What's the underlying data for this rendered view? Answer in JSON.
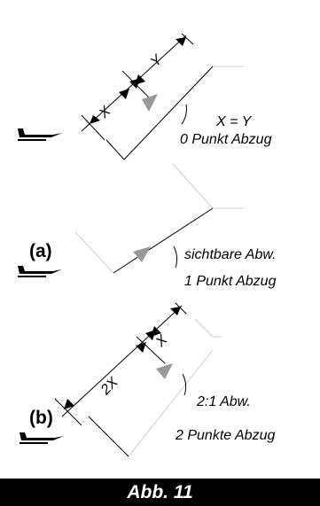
{
  "panel_top": {
    "label_x": "X",
    "label_y": "Y",
    "equation": "X = Y",
    "penalty": "0 Punkt Abzug"
  },
  "panel_a": {
    "tag": "(a)",
    "deviation": "sichtbare Abw.",
    "penalty": "1 Punkt Abzug"
  },
  "panel_b": {
    "tag": "(b)",
    "label_2x": "2X",
    "label_x": "X",
    "deviation": "2:1 Abw.",
    "penalty": "2 Punkte Abzug"
  },
  "caption": "Abb. 11",
  "colors": {
    "line": "#000000",
    "ghost_line": "#cccccc",
    "grey_marker": "#999999",
    "caption_bg": "#000000"
  }
}
